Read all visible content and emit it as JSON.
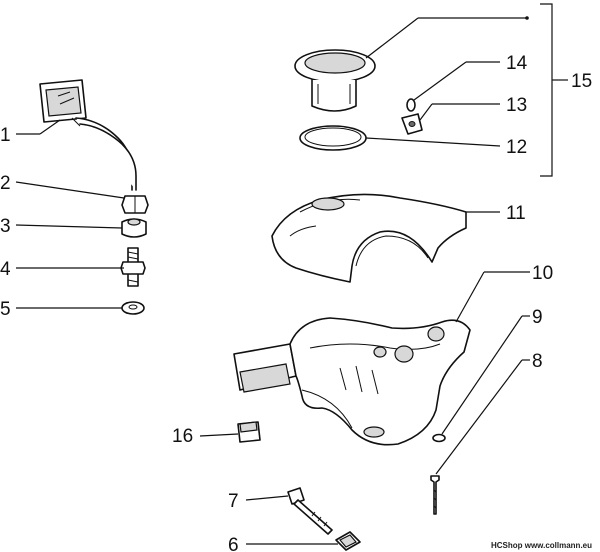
{
  "labels": {
    "l1": "1",
    "l2": "2",
    "l3": "3",
    "l4": "4",
    "l5": "5",
    "l6": "6",
    "l7": "7",
    "l8": "8",
    "l9": "9",
    "l10": "10",
    "l11": "11",
    "l12": "12",
    "l13": "13",
    "l14": "14",
    "l15": "15",
    "l16": "16"
  },
  "watermark": "HCShop www.collmann.eu",
  "colors": {
    "ink": "#111111",
    "shade": "#d8d8d8",
    "paper": "#ffffff"
  }
}
